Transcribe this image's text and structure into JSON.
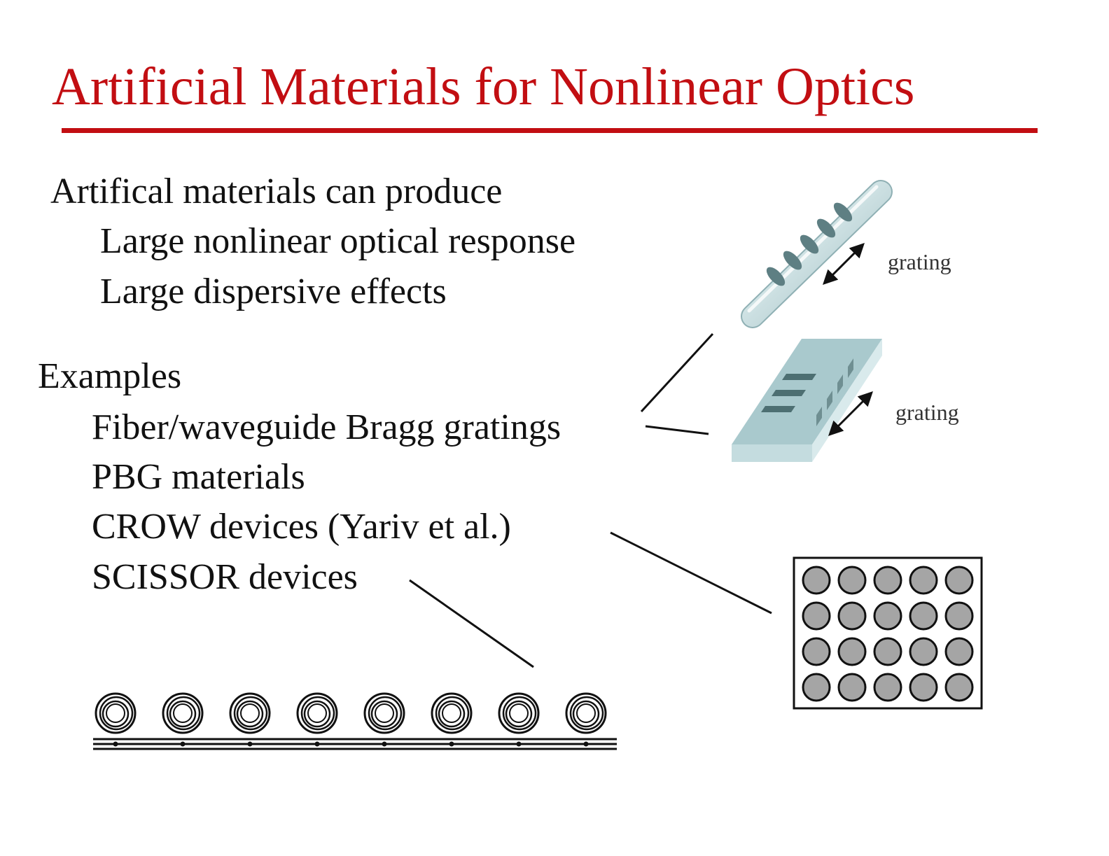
{
  "title": "Artificial Materials for Nonlinear Optics",
  "intro": {
    "heading": "Artifical materials can produce",
    "items": [
      "Large nonlinear optical response",
      "Large dispersive effects"
    ]
  },
  "examples": {
    "heading": "Examples",
    "items": [
      "Fiber/waveguide Bragg gratings",
      "PBG materials",
      "CROW devices (Yariv et al.)",
      "SCISSOR devices"
    ]
  },
  "figures": {
    "fiber_grating_label": "grating",
    "waveguide_grating_label": "grating",
    "pbg_lattice": {
      "rows": 4,
      "columns": 5
    },
    "scissor_rings": 8
  },
  "colors": {
    "title": "#c20e12",
    "text": "#111111",
    "fiber": "#c6dadd",
    "waveguide": "#a9c9cd",
    "grating_band": "#4d6f72",
    "pbg_rod": "#a5a5a5"
  }
}
